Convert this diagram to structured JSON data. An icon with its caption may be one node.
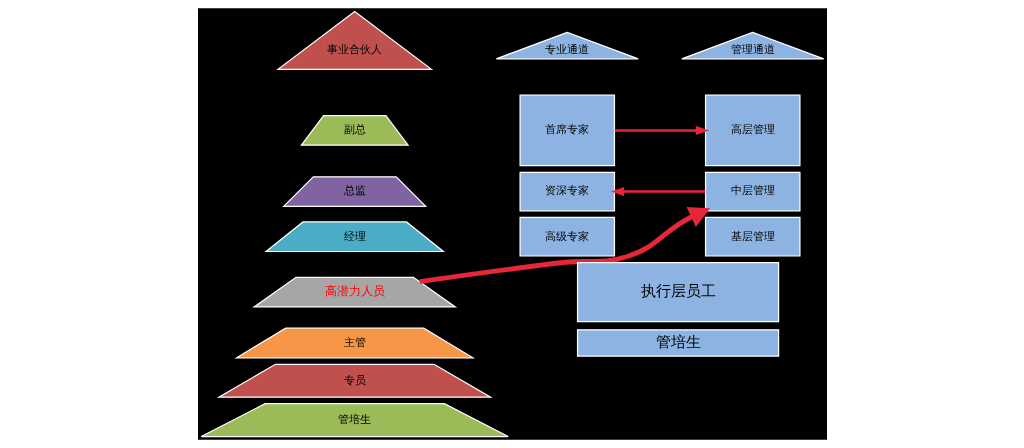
{
  "diagram": {
    "nodes": [
      {
        "text": [
          "事业合伙人"
        ]
      },
      {
        "text": [
          "副总"
        ]
      },
      {
        "text": [
          "总监"
        ]
      },
      {
        "text": [
          "经理"
        ]
      },
      {
        "text": [
          "高潜力人员"
        ]
      },
      {
        "text": [
          "主管"
        ]
      },
      {
        "text": [
          "专员"
        ]
      },
      {
        "text": [
          "管培生"
        ]
      },
      {
        "text": [
          "管理通道"
        ]
      },
      {
        "text": [
          "高层管理"
        ]
      },
      {
        "text": [
          "中层管理"
        ]
      },
      {
        "text": [
          "基层管理"
        ]
      },
      {
        "text": [
          "专业通道"
        ]
      },
      {
        "text": [
          "首席专家"
        ]
      },
      {
        "text": [
          "资深专家"
        ]
      },
      {
        "text": [
          "高级专家"
        ]
      },
      {
        "text": [
          "执行层员工"
        ]
      },
      {
        "text": [
          "管培生"
        ]
      }
    ],
    "edges": [
      {
        "from": 4,
        "to": 10,
        "arrow": "to",
        "style": "thick",
        "color": "#e8263a"
      },
      {
        "from": 13,
        "to": 9,
        "arrow": "to",
        "color": "#e8263a"
      },
      {
        "from": 10,
        "to": 14,
        "arrow": "to",
        "color": "#e8263a"
      }
    ]
  }
}
